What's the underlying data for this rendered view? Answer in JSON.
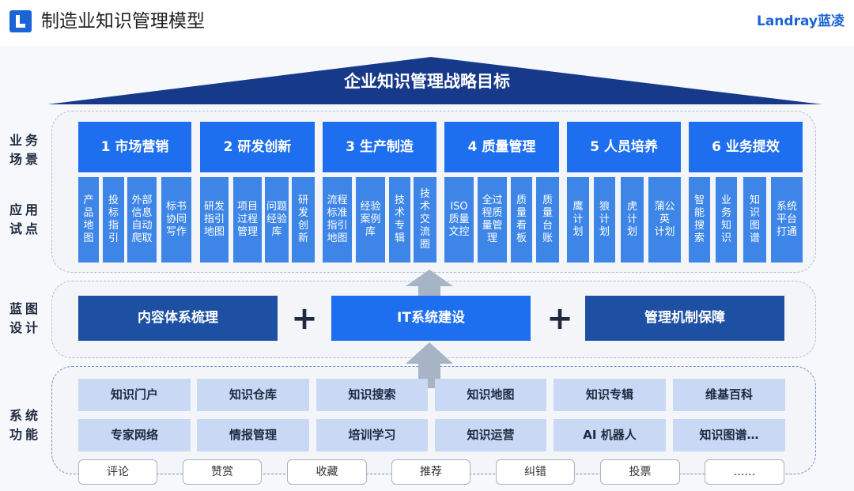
{
  "header": {
    "title": "制造业知识管理模型",
    "brand": "Landray蓝凌"
  },
  "roof": {
    "label": "企业知识管理战略目标"
  },
  "side_labels": {
    "business": "业务\n场景",
    "pilot": "应用\n试点",
    "blueprint": "蓝图\n设计",
    "system": "系统\n功能"
  },
  "categories": [
    {
      "label": "1 市场营销",
      "pilots": [
        "产\n品\n地\n图",
        "投\n标\n指\n引",
        "外部\n信息\n自动\n爬取",
        "标书\n协同\n写作"
      ]
    },
    {
      "label": "2 研发创新",
      "pilots": [
        "研发\n指引\n地图",
        "项目\n过程\n管理",
        "问题\n经验\n库",
        "研\n发\n创\n新"
      ]
    },
    {
      "label": "3 生产制造",
      "pilots": [
        "流程\n标准\n指引\n地图",
        "经验\n案例\n库",
        "技\n术\n专\n辑",
        "技\n术\n交\n流\n圈"
      ]
    },
    {
      "label": "4 质量管理",
      "pilots": [
        "ISO\n质量\n文控",
        "全过\n程质\n量管\n理",
        "质\n量\n看\n板",
        "质\n量\n台\n账"
      ]
    },
    {
      "label": "5 人员培养",
      "pilots": [
        "鹰\n计\n划",
        "狼\n计\n划",
        "虎\n计\n划",
        "蒲公\n英\n计划"
      ]
    },
    {
      "label": "6 业务提效",
      "pilots": [
        "智\n能\n搜\n索",
        "业\n务\n知\n识",
        "知\n识\n图\n谱",
        "系统\n平台\n打通"
      ]
    }
  ],
  "blueprint": {
    "left": "内容体系梳理",
    "center": "IT系统建设",
    "right": "管理机制保障",
    "plus1": "+",
    "plus2": "+"
  },
  "functions": {
    "row1": [
      "知识门户",
      "知识仓库",
      "知识搜索",
      "知识地图",
      "知识专辑",
      "维基百科"
    ],
    "row2": [
      "专家网络",
      "情报管理",
      "培训学习",
      "知识运营",
      "AI 机器人",
      "知识图谱…"
    ]
  },
  "social": [
    "评论",
    "赞赏",
    "收藏",
    "推荐",
    "纠错",
    "投票",
    "……"
  ],
  "colors": {
    "primary": "#1e6ef0",
    "dark": "#1d4fa3",
    "roof": "#16398a",
    "light_cell": "#c9d9f5",
    "arrow": "#a6b4c6"
  }
}
